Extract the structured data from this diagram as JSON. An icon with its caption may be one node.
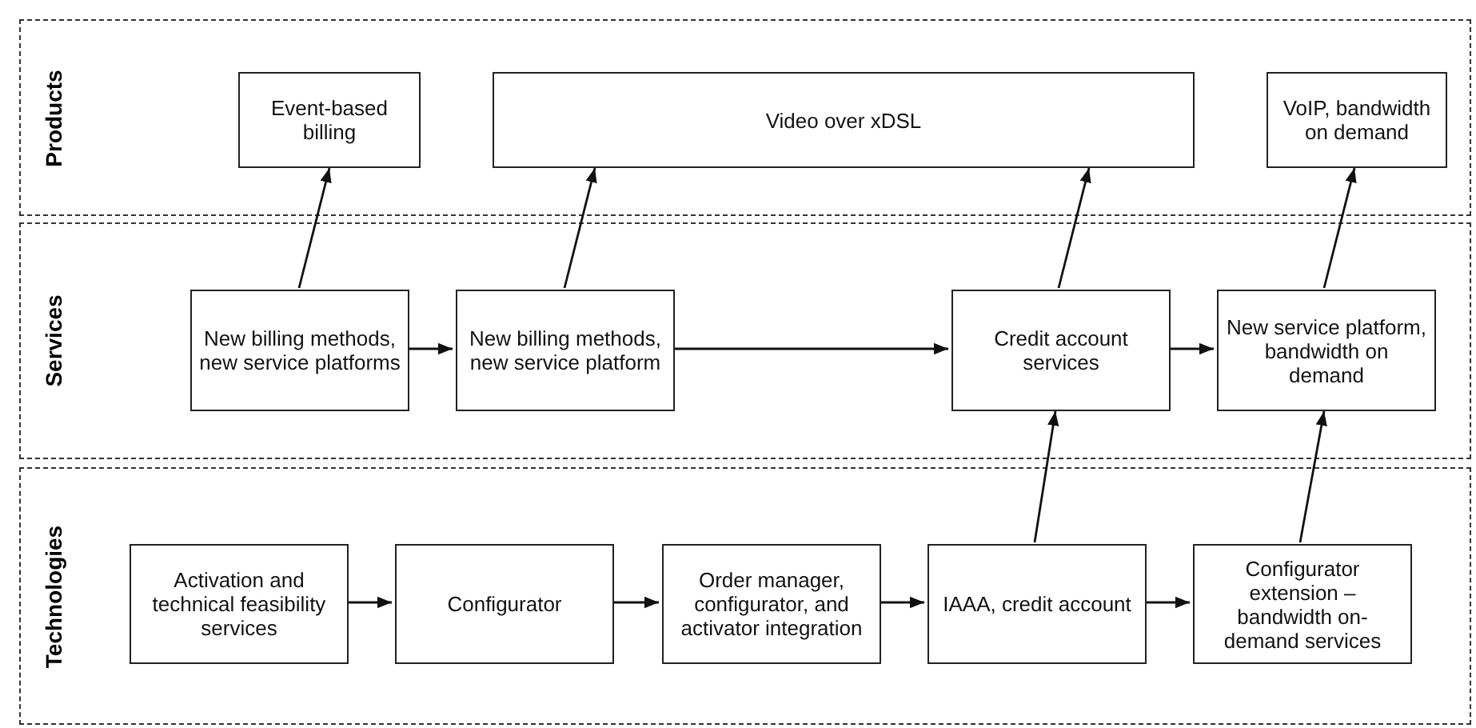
{
  "diagram": {
    "nodes": [
      {
        "text": [
          "Products"
        ]
      },
      {
        "text": [
          "Event-based billing"
        ],
        "in": 0
      },
      {
        "text": [
          "Video over xDSL"
        ],
        "in": 0
      },
      {
        "text": [
          "VoIP, bandwidth on demand"
        ],
        "in": 0
      },
      {
        "text": [
          "Services"
        ]
      },
      {
        "text": [
          "New billing methods, new service platforms"
        ],
        "in": 4
      },
      {
        "text": [
          "New billing methods, new service platform"
        ],
        "in": 4
      },
      {
        "text": [
          "Credit account services"
        ],
        "in": 4
      },
      {
        "text": [
          "New service platform, bandwidth on demand"
        ],
        "in": 4
      },
      {
        "text": [
          "Technologies"
        ]
      },
      {
        "text": [
          "Activation and technical feasibility services"
        ],
        "in": 9
      },
      {
        "text": [
          "Configurator"
        ],
        "in": 9
      },
      {
        "text": [
          "Order manager, configurator, and activator integration"
        ],
        "in": 9
      },
      {
        "text": [
          "IAAA, credit account"
        ],
        "in": 9
      },
      {
        "text": [
          "Configurator extension – bandwidth on-demand services"
        ],
        "in": 9
      }
    ],
    "edges": [
      {
        "from": 5,
        "to": 1,
        "arrow": "to"
      },
      {
        "from": 6,
        "to": 2,
        "arrow": "to"
      },
      {
        "from": 7,
        "to": 2,
        "arrow": "to"
      },
      {
        "from": 8,
        "to": 3,
        "arrow": "to"
      },
      {
        "from": 5,
        "to": 6,
        "arrow": "to"
      },
      {
        "from": 6,
        "to": 7,
        "arrow": "to"
      },
      {
        "from": 7,
        "to": 8,
        "arrow": "to"
      },
      {
        "from": 13,
        "to": 7,
        "arrow": "to"
      },
      {
        "from": 14,
        "to": 8,
        "arrow": "to"
      },
      {
        "from": 10,
        "to": 11,
        "arrow": "to"
      },
      {
        "from": 11,
        "to": 12,
        "arrow": "to"
      },
      {
        "from": 12,
        "to": 13,
        "arrow": "to"
      },
      {
        "from": 13,
        "to": 14,
        "arrow": "to"
      }
    ]
  }
}
